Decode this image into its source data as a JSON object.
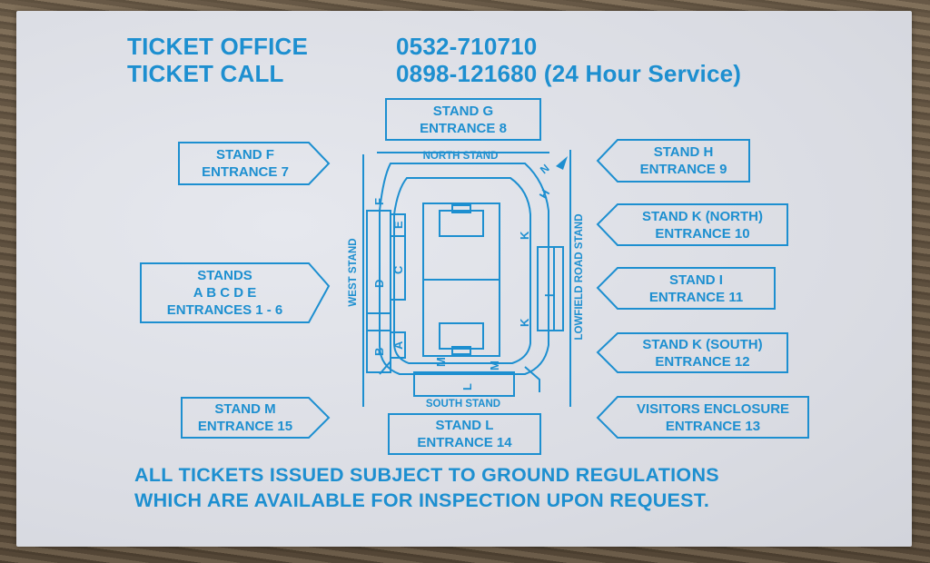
{
  "header": {
    "office_label": "TICKET OFFICE",
    "office_number": "0532-710710",
    "call_label": "TICKET CALL",
    "call_number": "0898-121680 (24 Hour Service)"
  },
  "callouts": {
    "stand_g": [
      "STAND G",
      "ENTRANCE 8"
    ],
    "stand_f": [
      "STAND F",
      "ENTRANCE 7"
    ],
    "stand_h": [
      "STAND H",
      "ENTRANCE 9"
    ],
    "stand_k_north": [
      "STAND K (NORTH)",
      "ENTRANCE 10"
    ],
    "stands_abcde": [
      "STANDS",
      "A B C D E",
      "ENTRANCES 1 - 6"
    ],
    "stand_i": [
      "STAND I",
      "ENTRANCE 11"
    ],
    "stand_k_south": [
      "STAND K (SOUTH)",
      "ENTRANCE 12"
    ],
    "stand_m": [
      "STAND M",
      "ENTRANCE 15"
    ],
    "stand_l": [
      "STAND L",
      "ENTRANCE 14"
    ],
    "visitors": [
      "VISITORS ENCLOSURE",
      "ENTRANCE 13"
    ]
  },
  "map": {
    "north_stand": "NORTH STAND",
    "south_stand": "SOUTH STAND",
    "west_stand": "WEST STAND",
    "lowfield_stand": "LOWFIELD ROAD STAND",
    "north_marker": "N",
    "sections": {
      "a": "A",
      "b": "B",
      "c": "C",
      "d": "D",
      "e": "E",
      "f": "F",
      "h": "H",
      "i": "I",
      "k": "K",
      "l": "L",
      "m": "M"
    }
  },
  "footer": {
    "line1": "ALL TICKETS ISSUED SUBJECT TO GROUND REGULATIONS",
    "line2": "WHICH ARE AVAILABLE FOR INSPECTION UPON REQUEST."
  },
  "colors": {
    "ink": "#1d8fd0",
    "paper": "#dfe1e8"
  }
}
